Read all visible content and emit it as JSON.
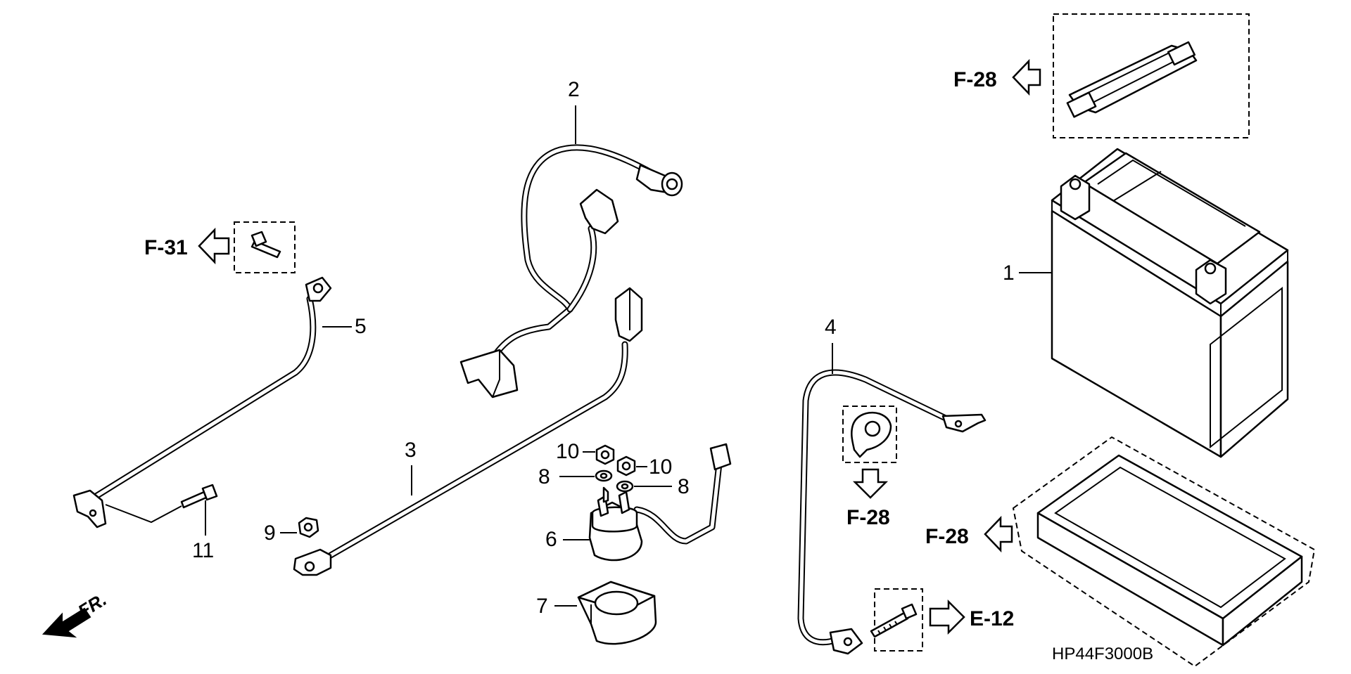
{
  "diagram": {
    "callouts": {
      "n1": "1",
      "n2": "2",
      "n3": "3",
      "n4": "4",
      "n5": "5",
      "n6": "6",
      "n7": "7",
      "n8a": "8",
      "n8b": "8",
      "n9": "9",
      "n10a": "10",
      "n10b": "10",
      "n11": "11"
    },
    "references": {
      "f28_strap": "F-28",
      "f31": "F-31",
      "f28_cover": "F-28",
      "f28_tray": "F-28",
      "e12": "E-12"
    },
    "direction_label": "FR.",
    "drawing_code": "HP44F3000B"
  }
}
